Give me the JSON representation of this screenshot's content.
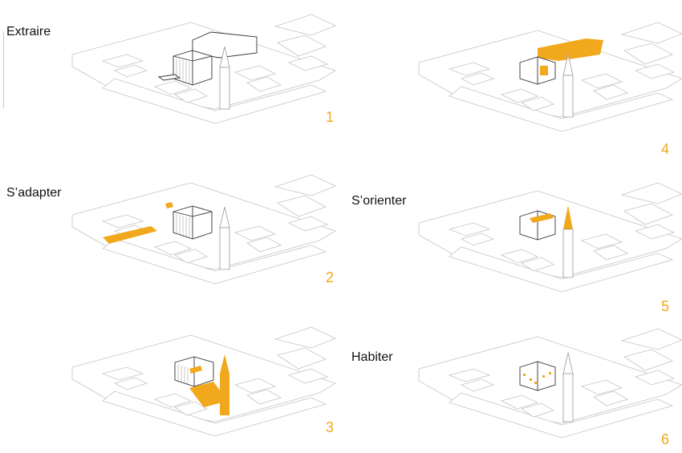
{
  "accent_color": "#F2A81D",
  "panels": [
    {
      "number": "1",
      "label": "Extraire"
    },
    {
      "number": "2",
      "label": "S’adapter"
    },
    {
      "number": "3",
      "label": ""
    },
    {
      "number": "4",
      "label": ""
    },
    {
      "number": "5",
      "label": "S’orienter"
    },
    {
      "number": "6",
      "label": "Habiter"
    }
  ]
}
